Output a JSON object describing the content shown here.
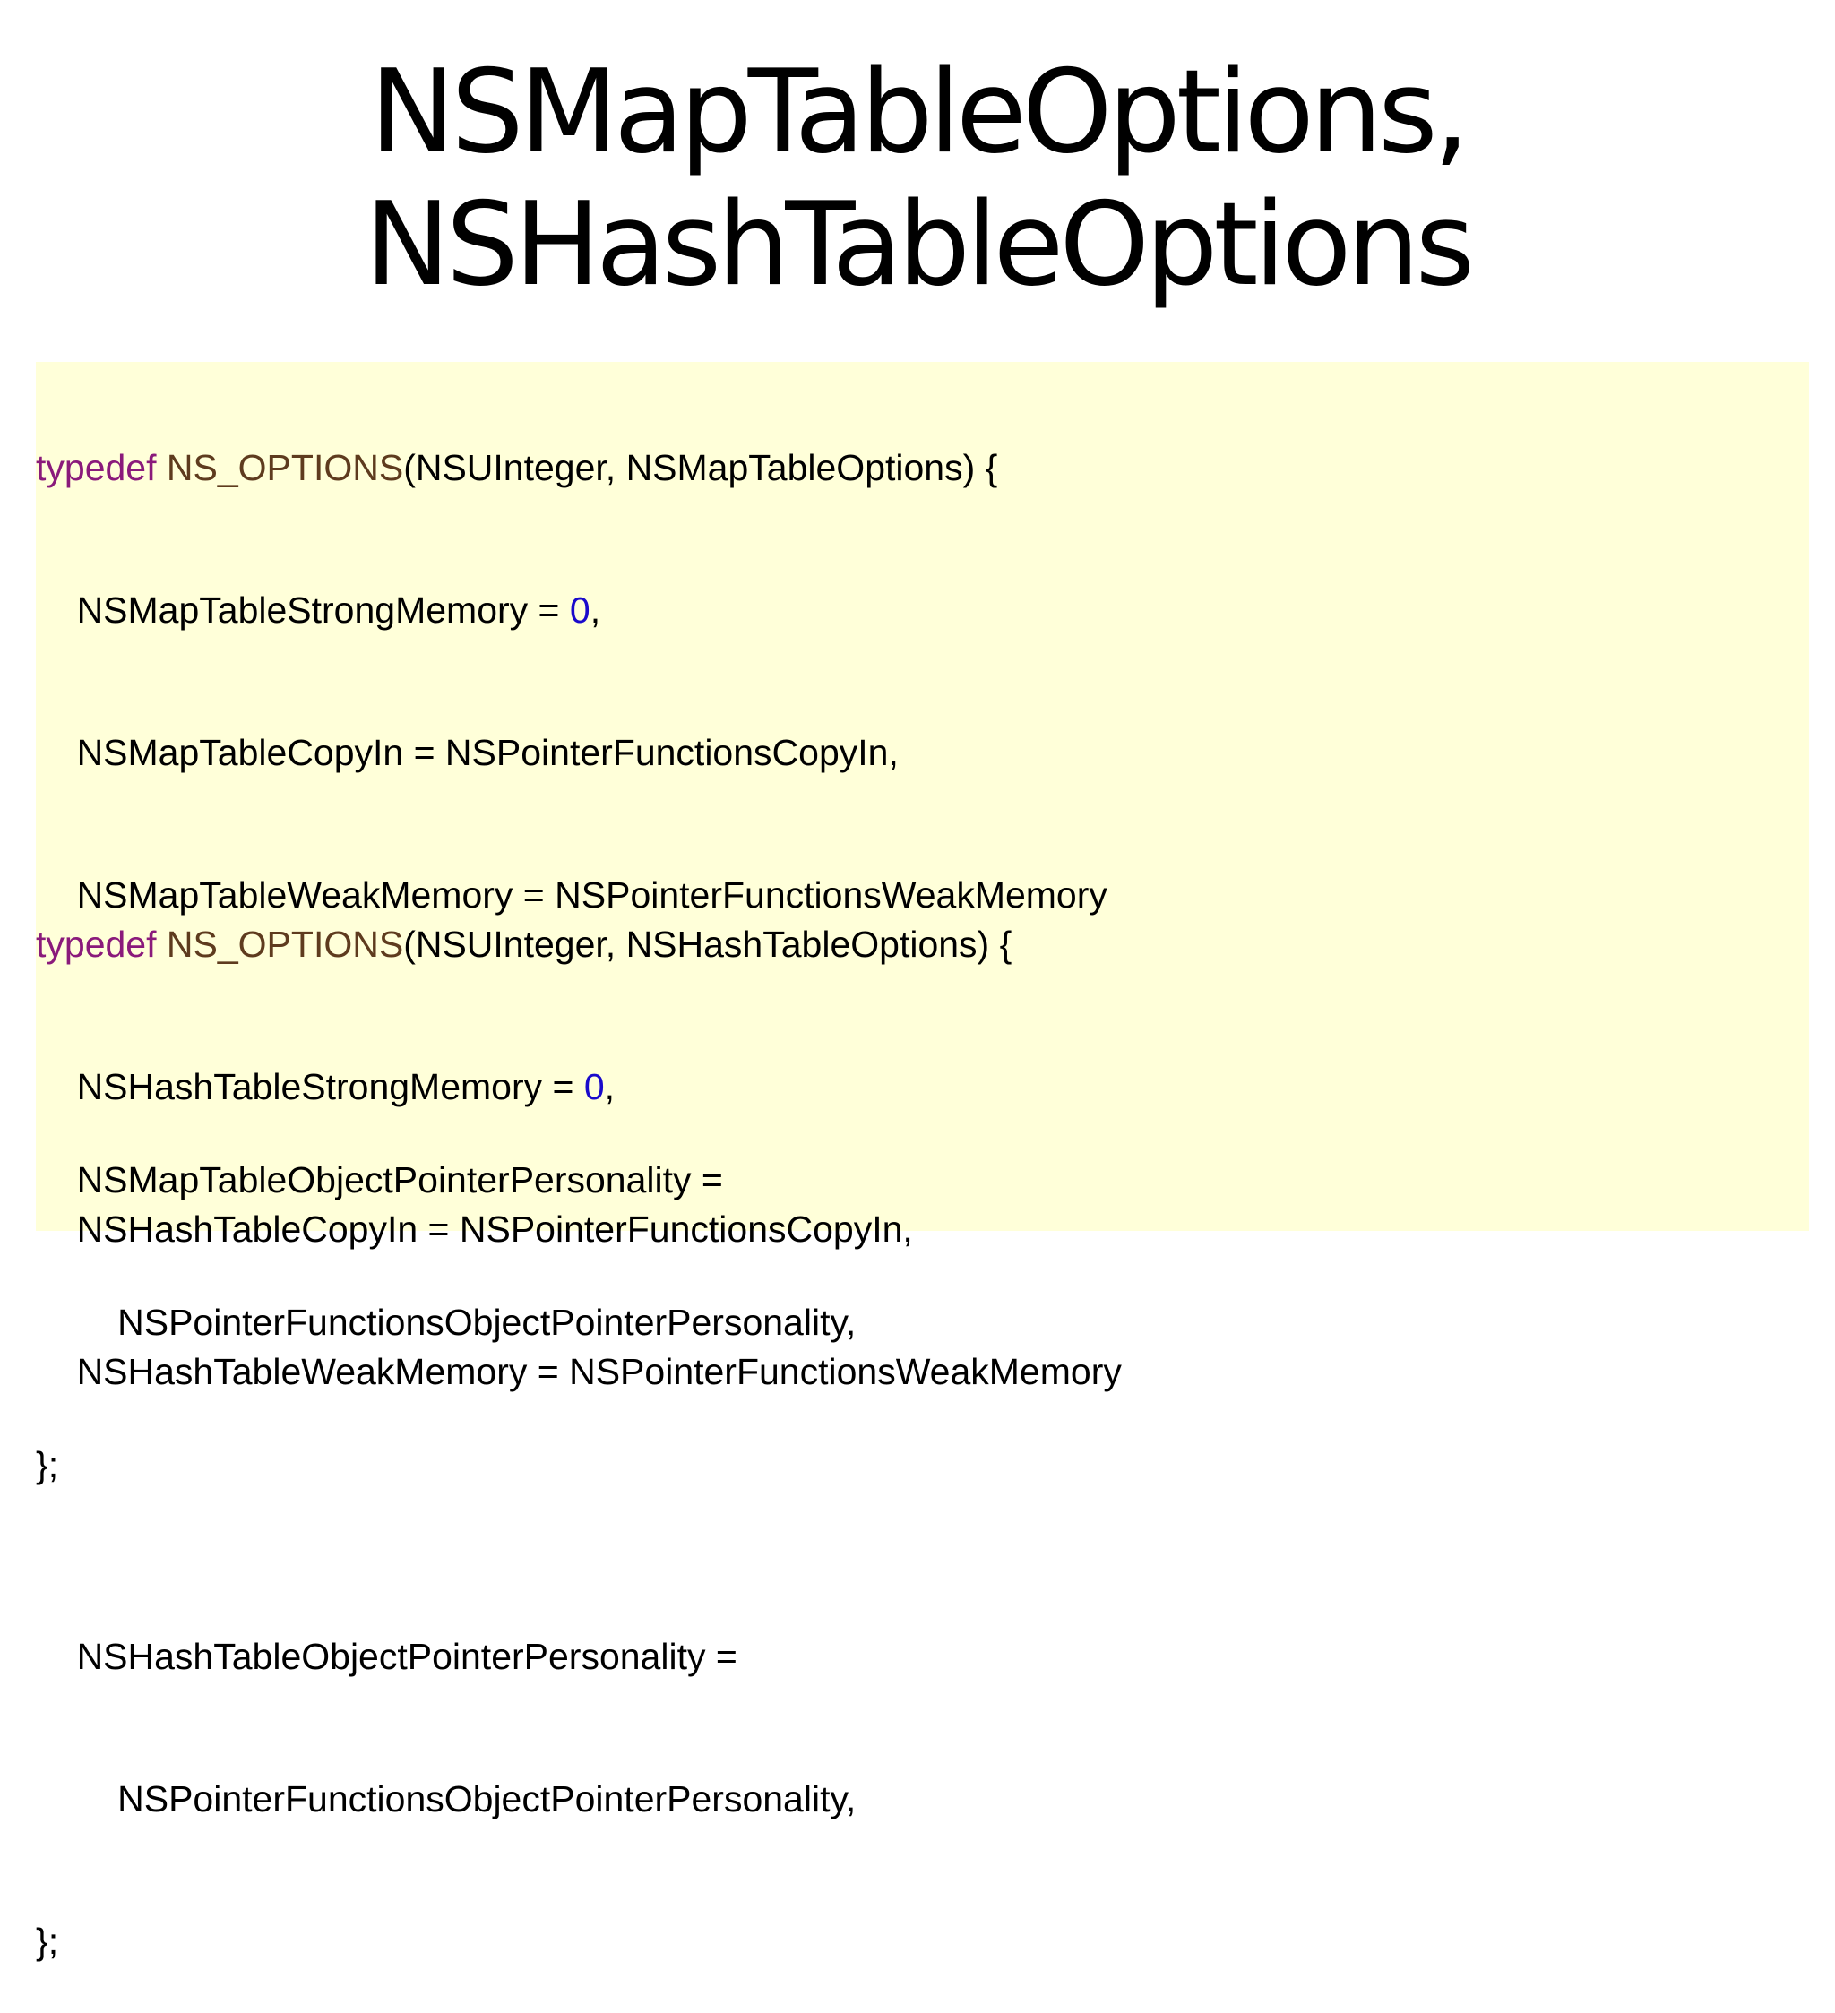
{
  "slide": {
    "title_line_1": "NSMapTableOptions,",
    "title_line_2": "NSHashTableOptions"
  },
  "colors": {
    "keyword": "#8a1a7b",
    "macro": "#5e3b1e",
    "number": "#1a0acb",
    "code_background": "#ffffd9"
  },
  "code": {
    "map_block": {
      "typedef": "typedef",
      "macro": "NS_OPTIONS",
      "signature": "(NSUInteger, NSMapTableOptions) {",
      "strong_name": "    NSMapTableStrongMemory = ",
      "strong_value": "0",
      "strong_tail": ",",
      "copyin": "    NSMapTableCopyIn = NSPointerFunctionsCopyIn,",
      "weak": "    NSMapTableWeakMemory = NSPointerFunctionsWeakMemory",
      "personality_name": "    NSMapTableObjectPointerPersonality =",
      "personality_value": "        NSPointerFunctionsObjectPointerPersonality,",
      "close": "};"
    },
    "hash_block": {
      "typedef": "typedef",
      "macro": "NS_OPTIONS",
      "signature": "(NSUInteger, NSHashTableOptions) {",
      "strong_name": "    NSHashTableStrongMemory = ",
      "strong_value": "0",
      "strong_tail": ",",
      "copyin": "    NSHashTableCopyIn = NSPointerFunctionsCopyIn,",
      "weak": "    NSHashTableWeakMemory = NSPointerFunctionsWeakMemory",
      "personality_name": "    NSHashTableObjectPointerPersonality =",
      "personality_value": "        NSPointerFunctionsObjectPointerPersonality,",
      "close": "};"
    }
  }
}
